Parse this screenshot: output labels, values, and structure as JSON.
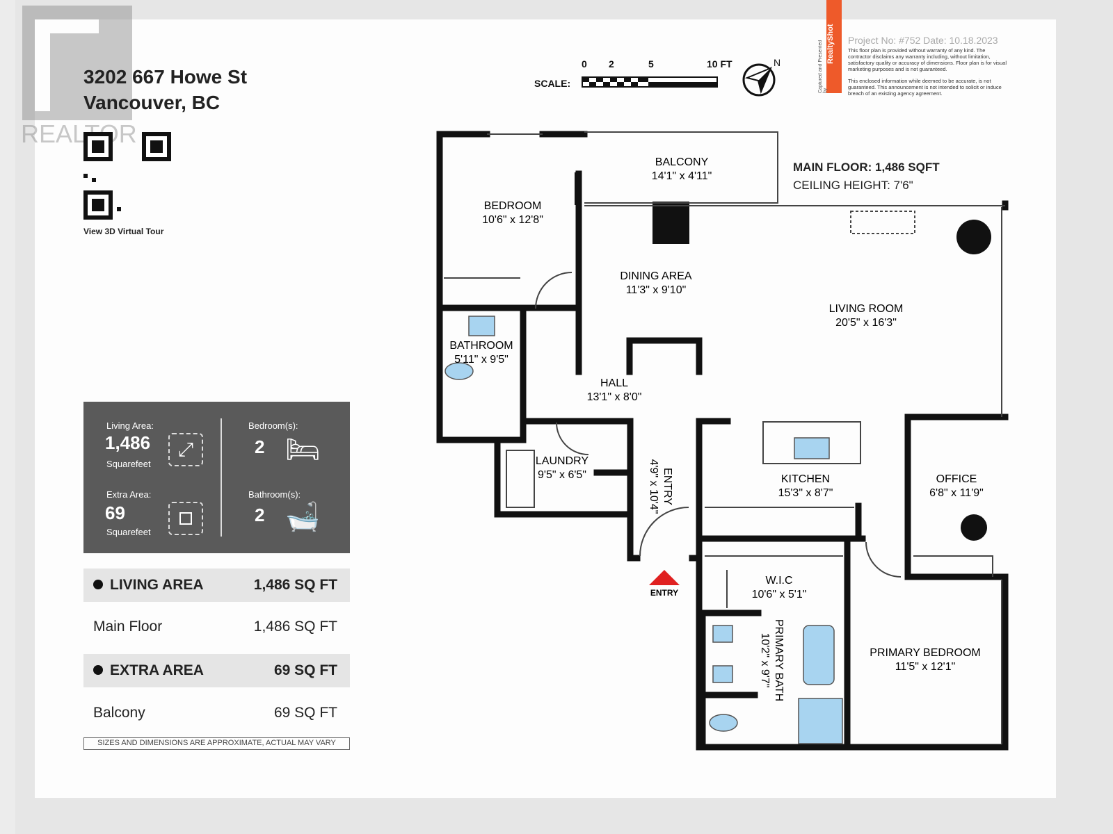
{
  "header": {
    "address_line1": "3202 667 Howe St",
    "address_line2": "Vancouver, BC",
    "qr_caption": "View 3D Virtual Tour",
    "watermark": "REALTOR®"
  },
  "stats": {
    "living_label": "Living Area:",
    "living_value": "1,486",
    "living_unit": "Squarefeet",
    "extra_label": "Extra Area:",
    "extra_value": "69",
    "extra_unit": "Squarefeet",
    "bed_label": "Bedroom(s):",
    "bed_value": "2",
    "bath_label": "Bathroom(s):",
    "bath_value": "2"
  },
  "areas": [
    {
      "label": "LIVING AREA",
      "value": "1,486 SQ FT",
      "header": true
    },
    {
      "label": "Main Floor",
      "value": "1,486 SQ FT",
      "header": false
    },
    {
      "label": "EXTRA AREA",
      "value": "69 SQ FT",
      "header": true
    },
    {
      "label": "Balcony",
      "value": "69 SQ FT",
      "header": false
    }
  ],
  "disclaimer_note": "SIZES AND DIMENSIONS ARE APPROXIMATE, ACTUAL MAY VARY",
  "scale": {
    "label": "SCALE:",
    "ticks": [
      "0",
      "2",
      "5",
      "10 FT"
    ],
    "north": "N"
  },
  "credits": {
    "captured": "Captured and Presented by",
    "brand": "RealtyShot",
    "project": "Project No: #752   Date: 10.18.2023",
    "disclaimer1": "This floor plan is provided without warranty of any kind. The contractor disclaims any warranty including, without limitation, satisfactory quality or accuracy of dimensions. Floor plan is for visual marketing purposes and is not guaranteed.",
    "disclaimer2": "This enclosed information while deemed to be accurate, is not guaranteed. This announcement is not intended to solicit or induce breach of an existing agency agreement."
  },
  "floor": {
    "title": "MAIN FLOOR: 1,486 SQFT",
    "ceiling": "CEILING HEIGHT: 7'6\"",
    "entry_label": "ENTRY",
    "entry_color": "#e02020",
    "fixture_color": "#a8d4f0"
  },
  "rooms": [
    {
      "name": "BALCONY",
      "dim": "14'1\" x 4'11\""
    },
    {
      "name": "BEDROOM",
      "dim": "10'6\" x 12'8\""
    },
    {
      "name": "DINING AREA",
      "dim": "11'3\" x 9'10\""
    },
    {
      "name": "LIVING ROOM",
      "dim": "20'5\" x 16'3\""
    },
    {
      "name": "BATHROOM",
      "dim": "5'11\" x 9'5\""
    },
    {
      "name": "HALL",
      "dim": "13'1\" x 8'0\""
    },
    {
      "name": "LAUNDRY",
      "dim": "9'5\" x 6'5\""
    },
    {
      "name": "ENTRY",
      "dim": "4'9\" x 10'4\""
    },
    {
      "name": "KITCHEN",
      "dim": "15'3\" x 8'7\""
    },
    {
      "name": "OFFICE",
      "dim": "6'8\" x 11'9\""
    },
    {
      "name": "W.I.C",
      "dim": "10'6\" x 5'1\""
    },
    {
      "name": "PRIMARY BATH",
      "dim": "10'2\" x 9'7\""
    },
    {
      "name": "PRIMARY BEDROOM",
      "dim": "11'5\" x 12'1\""
    }
  ]
}
